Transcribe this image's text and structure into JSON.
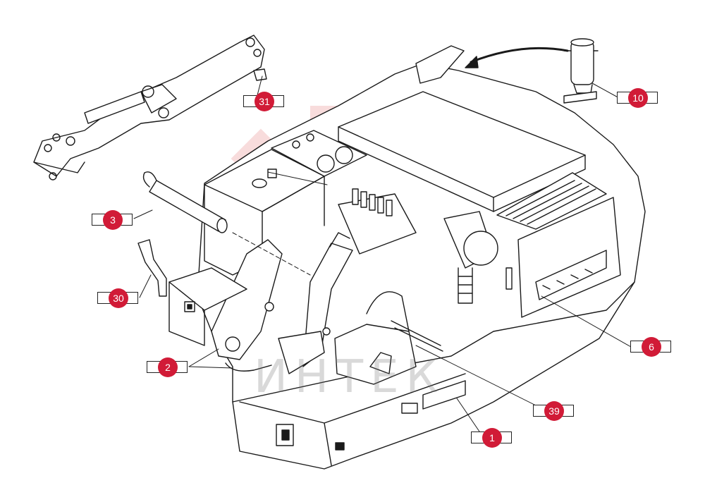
{
  "colors": {
    "accent": "#d11b37",
    "line": "#1a1a1a",
    "watermark": "#f3c0c0"
  },
  "watermark": {
    "text": "ИНТЕК"
  },
  "callouts": [
    {
      "id": "c31",
      "label": "31"
    },
    {
      "id": "c10",
      "label": "10"
    },
    {
      "id": "c3",
      "label": "3"
    },
    {
      "id": "c30",
      "label": "30"
    },
    {
      "id": "c6",
      "label": "6"
    },
    {
      "id": "c2",
      "label": "2"
    },
    {
      "id": "c39",
      "label": "39"
    },
    {
      "id": "c1",
      "label": "1"
    }
  ]
}
